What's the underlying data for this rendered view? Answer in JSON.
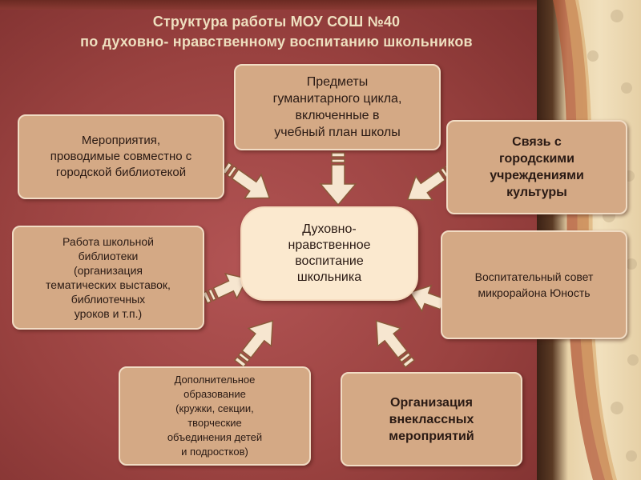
{
  "title": {
    "line1": "Структура работы МОУ СОШ №40",
    "line2": "по духовно- нравственному воспитанию школьников"
  },
  "center": "Духовно-\nнравственное\nвоспитание\nшкольника",
  "boxes": {
    "subjects": "Предметы\nгуманитарного цикла,\nвключенные в\nучебный план школы",
    "library_events": "Мероприятия,\nпроводимые совместно с\nгородской библиотекой",
    "culture": "Связь с\nгородскими\nучреждениями\nкультуры",
    "school_library": "Работа школьной\nбиблиотеки\n(организация\nтематических выставок,\nбиблиотечных\nуроков и т.п.)",
    "council": "Воспитательный совет\nмикрорайона Юность",
    "extra_edu": "Дополнительное\nобразование\n(кружки, секции,\nтворческие\nобъединения детей\nи подростков)",
    "extracurricular": "Организация\nвнеклассных\nмероприятий"
  },
  "colors": {
    "background": "#9a4240",
    "box_fill": "#d4a985",
    "center_fill": "#fbe9cf",
    "title_text": "#eedfbf",
    "arrow_fill": "#f6e6d0"
  }
}
